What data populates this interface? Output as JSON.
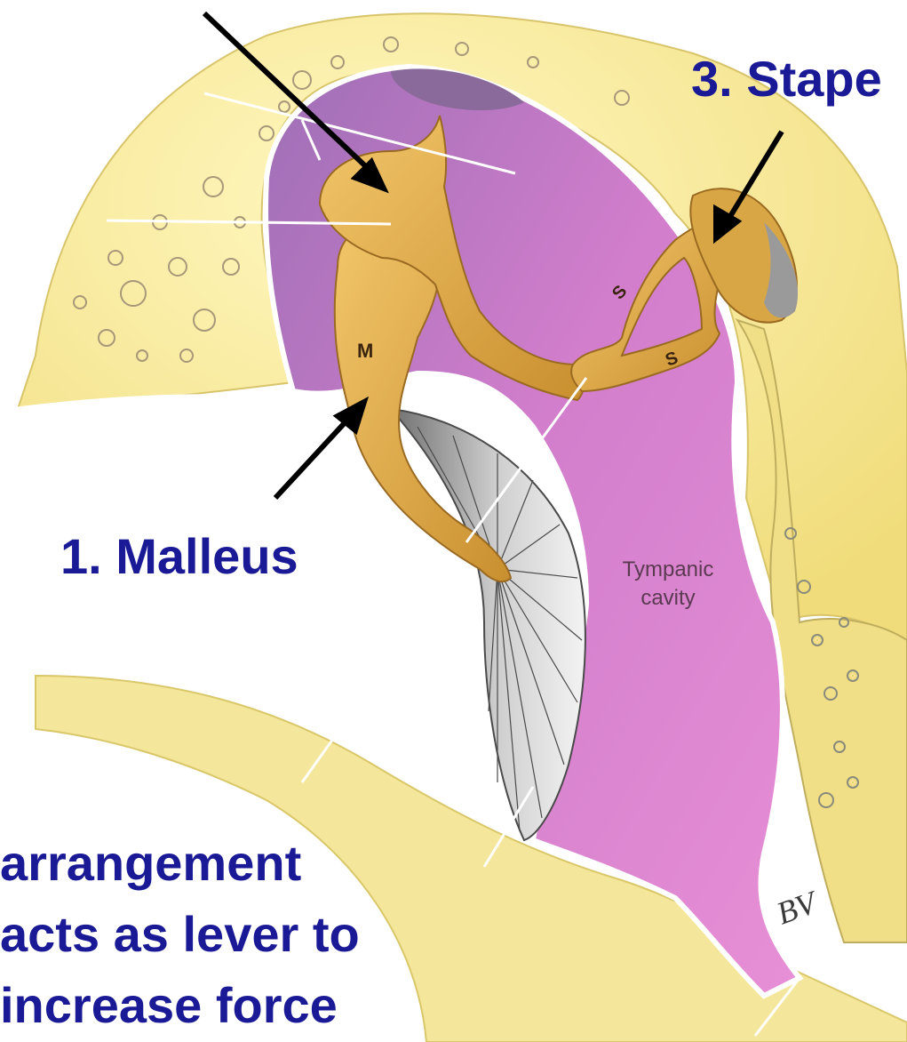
{
  "labels": {
    "stapes": "3. Stape",
    "malleus": "1. Malleus",
    "caption_line1": "arrangement",
    "caption_line2": "acts as lever to",
    "caption_line3": "increase force",
    "tympanic_line1": "Tympanic",
    "tympanic_line2": "cavity",
    "malleus_mark": "M",
    "stapes_mark_1": "S",
    "stapes_mark_2": "S",
    "signature": "BV"
  },
  "colors": {
    "label_blue": "#1a1a96",
    "bone": "#e0ae52",
    "cavity": "#d77fd0",
    "membrane": "#9a9a9a",
    "background_tissue": "#f3e58e"
  }
}
